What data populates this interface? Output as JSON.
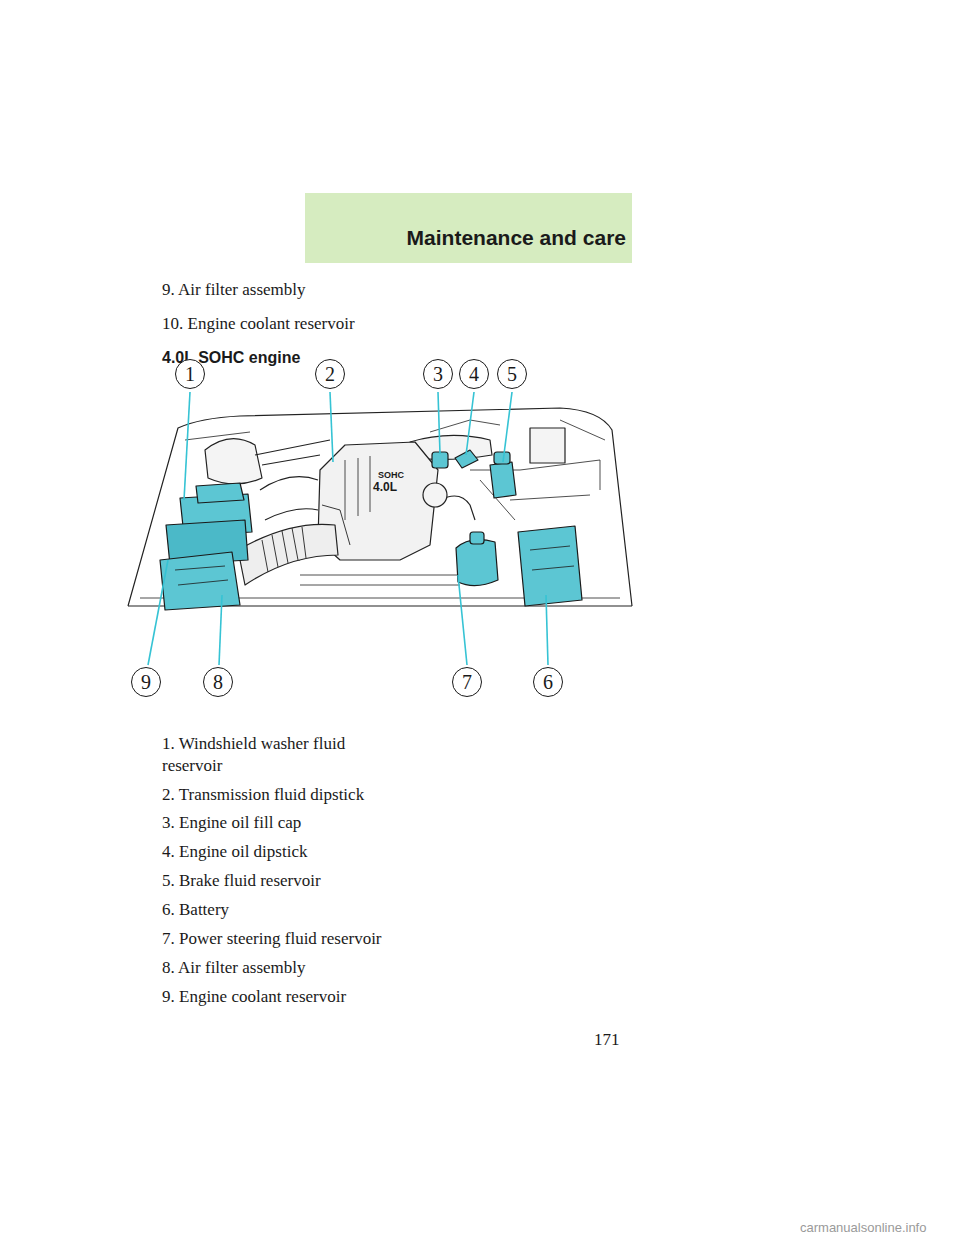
{
  "diagram": {
    "title": "4.0L SOHC engine",
    "nodes": [
      {
        "text": [
          "Maintenance and care"
        ]
      },
      {
        "text": [
          "1"
        ]
      },
      {
        "text": [
          "2"
        ]
      },
      {
        "text": [
          "3"
        ]
      },
      {
        "text": [
          "4"
        ]
      },
      {
        "text": [
          "5"
        ]
      },
      {
        "text": [
          "9"
        ]
      },
      {
        "text": [
          "8"
        ]
      },
      {
        "text": [
          "7"
        ]
      },
      {
        "text": [
          "6"
        ]
      }
    ],
    "labels": [
      "9. Air filter assembly",
      "10. Engine coolant reservoir",
      "SOHC",
      "4.0L",
      "1. Windshield washer fluid reservoir",
      "2. Transmission fluid dipstick",
      "3. Engine oil fill cap",
      "4. Engine oil dipstick",
      "5. Brake fluid reservoir",
      "6. Battery",
      "7. Power steering fluid reservoir",
      "8. Air filter assembly",
      "9. Engine coolant reservoir",
      "171",
      "carmanualsonline.info"
    ]
  }
}
